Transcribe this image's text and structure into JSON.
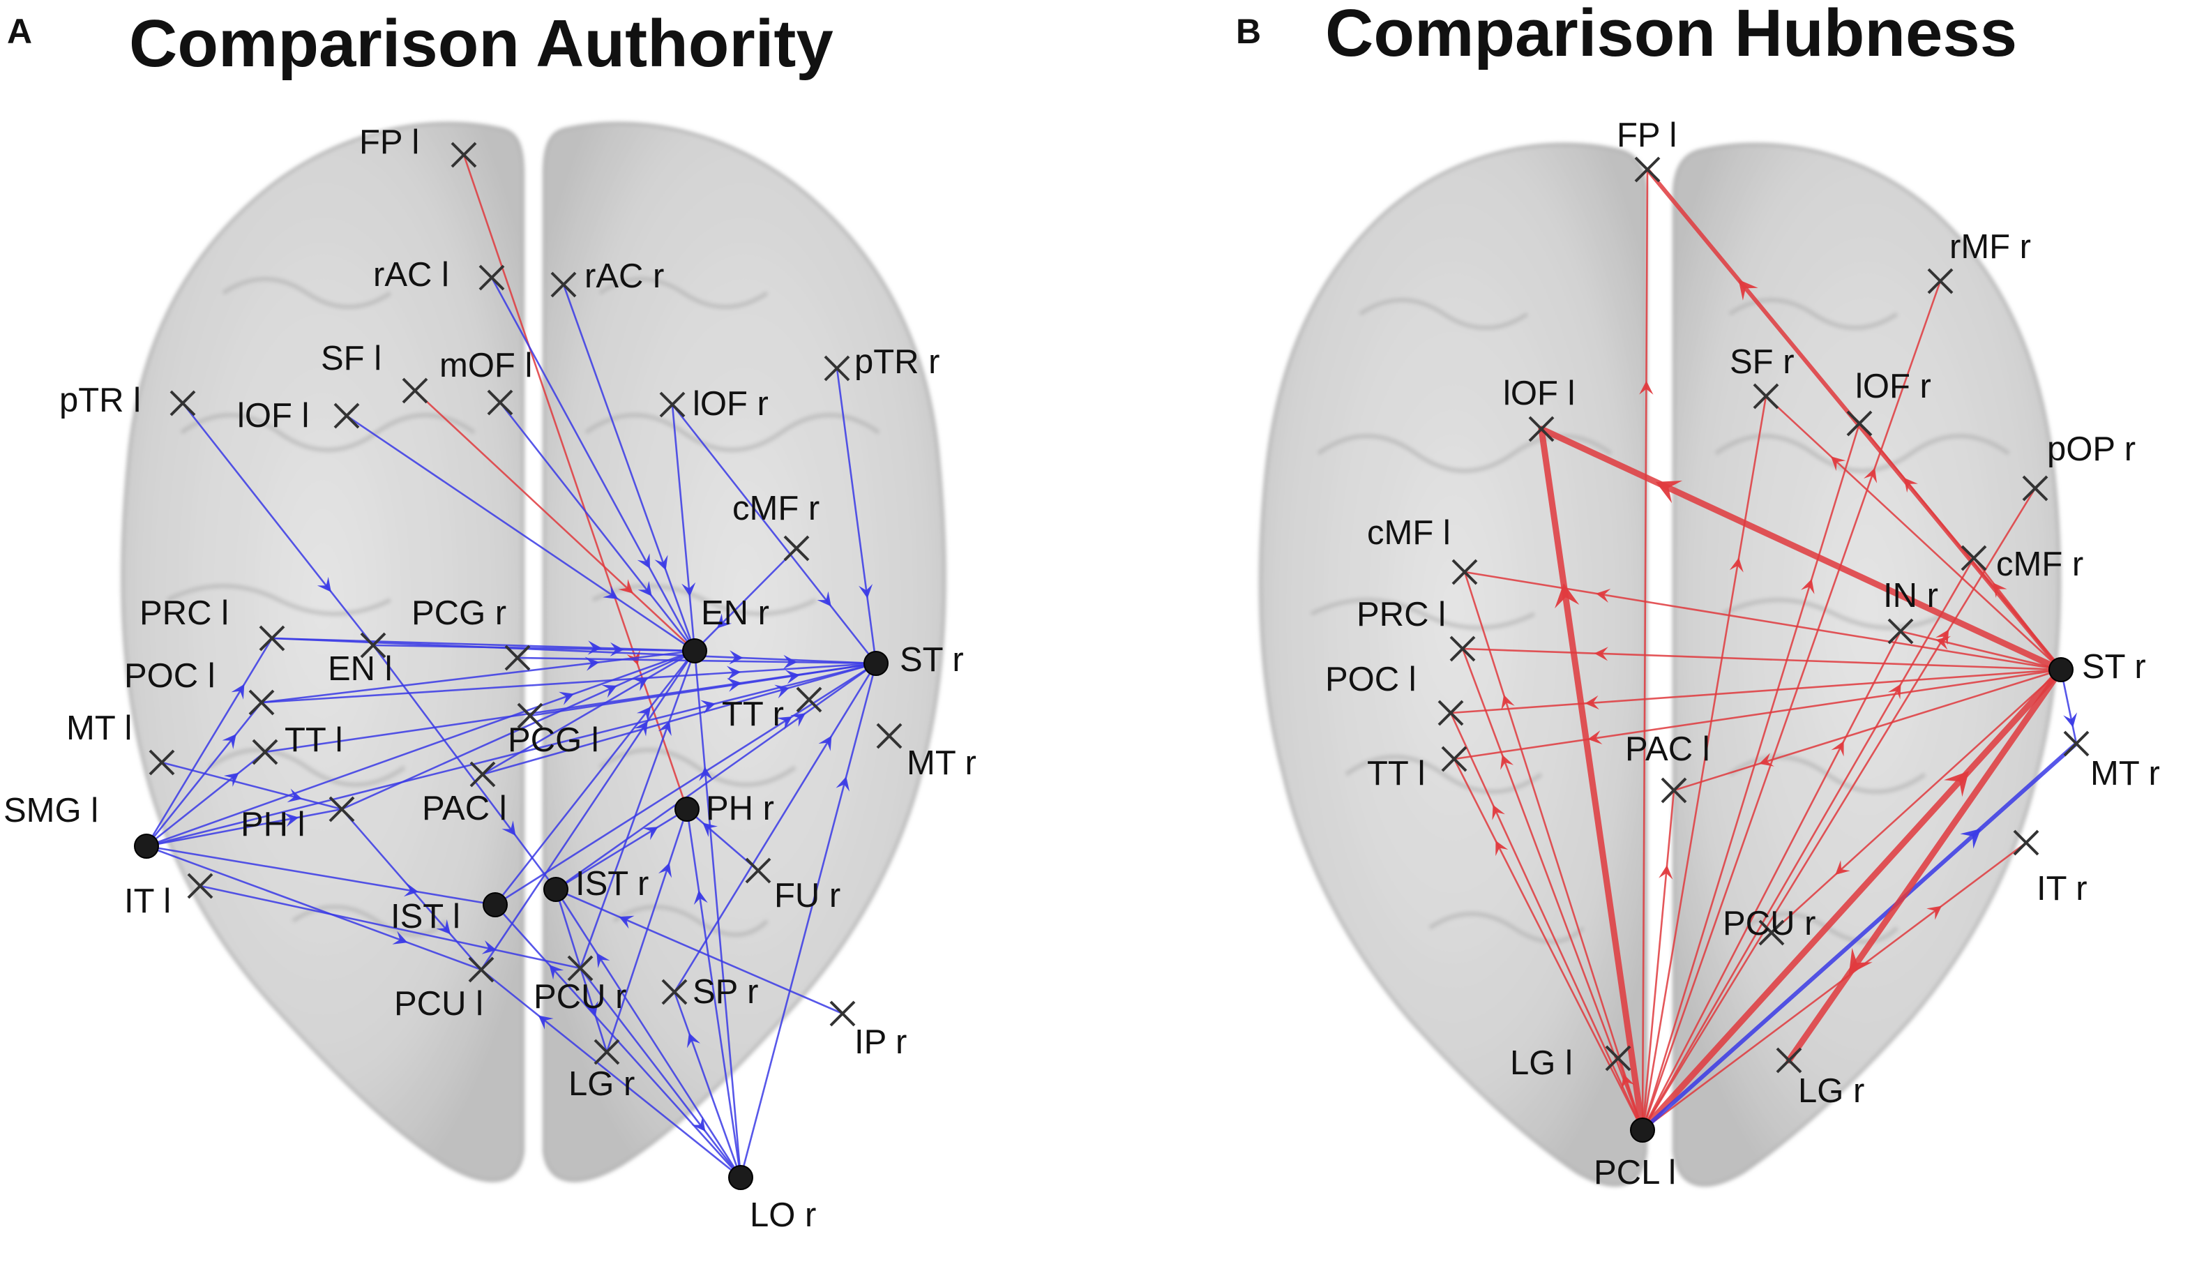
{
  "panels": [
    {
      "letter": "A",
      "title": "Comparison Authority",
      "nodes": {
        "FPl": {
          "label": "FP l",
          "marker": "cross"
        },
        "rACl": {
          "label": "rAC l",
          "marker": "cross"
        },
        "rACr": {
          "label": "rAC r",
          "marker": "cross"
        },
        "SFl": {
          "label": "SF l",
          "marker": "cross"
        },
        "mOFl": {
          "label": "mOF l",
          "marker": "cross"
        },
        "pTRl": {
          "label": "pTR l",
          "marker": "cross"
        },
        "lOFl": {
          "label": "lOF l",
          "marker": "cross"
        },
        "lOFr": {
          "label": "lOF r",
          "marker": "cross"
        },
        "pTRr": {
          "label": "pTR r",
          "marker": "cross"
        },
        "cMFr": {
          "label": "cMF r",
          "marker": "cross"
        },
        "PRCl": {
          "label": "PRC l",
          "marker": "cross"
        },
        "PCGr": {
          "label": "PCG r",
          "marker": "cross"
        },
        "ENr": {
          "label": "EN r",
          "marker": "dot"
        },
        "STr": {
          "label": "ST r",
          "marker": "dot"
        },
        "POCl": {
          "label": "POC l",
          "marker": "cross"
        },
        "ENl": {
          "label": "EN l",
          "marker": "cross"
        },
        "TTr": {
          "label": "TT r",
          "marker": "cross"
        },
        "MTl": {
          "label": "MT l",
          "marker": "cross"
        },
        "TTl": {
          "label": "TT l",
          "marker": "cross"
        },
        "PCGl": {
          "label": "PCG l",
          "marker": "cross"
        },
        "MTr": {
          "label": "MT r",
          "marker": "cross"
        },
        "PACl": {
          "label": "PAC l",
          "marker": "cross"
        },
        "PHr": {
          "label": "PH r",
          "marker": "dot"
        },
        "SMGl": {
          "label": "SMG l",
          "marker": "dot"
        },
        "PHl": {
          "label": "PH l",
          "marker": "cross"
        },
        "FUr": {
          "label": "FU r",
          "marker": "cross"
        },
        "ITl": {
          "label": "IT l",
          "marker": "cross"
        },
        "ISTl": {
          "label": "IST l",
          "marker": "dot"
        },
        "ISTr": {
          "label": "IST r",
          "marker": "dot"
        },
        "PCUl": {
          "label": "PCU l",
          "marker": "cross"
        },
        "PCUr": {
          "label": "PCU r",
          "marker": "cross"
        },
        "SPr": {
          "label": "SP r",
          "marker": "cross"
        },
        "IPr": {
          "label": "IP r",
          "marker": "cross"
        },
        "LGr": {
          "label": "LG r",
          "marker": "cross"
        },
        "LOr": {
          "label": "LO r",
          "marker": "dot"
        }
      },
      "edges": [
        {
          "from": "FPl",
          "to": "PHr",
          "color": "red",
          "weight": 1
        },
        {
          "from": "SFl",
          "to": "ENr",
          "color": "red",
          "weight": 1
        },
        {
          "from": "rACl",
          "to": "ENr",
          "color": "blue",
          "weight": 1
        },
        {
          "from": "rACr",
          "to": "ENr",
          "color": "blue",
          "weight": 1
        },
        {
          "from": "mOFl",
          "to": "ENr",
          "color": "blue",
          "weight": 1
        },
        {
          "from": "lOFl",
          "to": "ENr",
          "color": "blue",
          "weight": 1
        },
        {
          "from": "lOFr",
          "to": "ENr",
          "color": "blue",
          "weight": 1
        },
        {
          "from": "cMFr",
          "to": "ENr",
          "color": "blue",
          "weight": 1
        },
        {
          "from": "lOFr",
          "to": "STr",
          "color": "blue",
          "weight": 1
        },
        {
          "from": "pTRr",
          "to": "STr",
          "color": "blue",
          "weight": 1
        },
        {
          "from": "pTRl",
          "to": "ENl",
          "color": "blue",
          "weight": 1
        },
        {
          "from": "PRCl",
          "to": "STr",
          "color": "blue",
          "weight": 1
        },
        {
          "from": "PRCl",
          "to": "ENr",
          "color": "blue",
          "weight": 1
        },
        {
          "from": "POCl",
          "to": "STr",
          "color": "blue",
          "weight": 1
        },
        {
          "from": "POCl",
          "to": "ENr",
          "color": "blue",
          "weight": 1
        },
        {
          "from": "ENl",
          "to": "ENr",
          "color": "blue",
          "weight": 1
        },
        {
          "from": "ENl",
          "to": "ISTr",
          "color": "blue",
          "weight": 1
        },
        {
          "from": "TTl",
          "to": "STr",
          "color": "blue",
          "weight": 1
        },
        {
          "from": "PCGl",
          "to": "STr",
          "color": "blue",
          "weight": 1
        },
        {
          "from": "PCGr",
          "to": "STr",
          "color": "blue",
          "weight": 1
        },
        {
          "from": "PACl",
          "to": "STr",
          "color": "blue",
          "weight": 1
        },
        {
          "from": "PACl",
          "to": "ENr",
          "color": "blue",
          "weight": 1
        },
        {
          "from": "SMGl",
          "to": "ENr",
          "color": "blue",
          "weight": 1
        },
        {
          "from": "SMGl",
          "to": "STr",
          "color": "blue",
          "weight": 1
        },
        {
          "from": "SMGl",
          "to": "PRCl",
          "color": "blue",
          "weight": 1
        },
        {
          "from": "SMGl",
          "to": "POCl",
          "color": "blue",
          "weight": 1
        },
        {
          "from": "SMGl",
          "to": "TTl",
          "color": "blue",
          "weight": 1
        },
        {
          "from": "SMGl",
          "to": "PHl",
          "color": "blue",
          "weight": 1
        },
        {
          "from": "SMGl",
          "to": "ISTl",
          "color": "blue",
          "weight": 1
        },
        {
          "from": "SMGl",
          "to": "PCUl",
          "color": "blue",
          "weight": 1
        },
        {
          "from": "ITl",
          "to": "PCUr",
          "color": "blue",
          "weight": 1
        },
        {
          "from": "PHl",
          "to": "ENr",
          "color": "blue",
          "weight": 1
        },
        {
          "from": "PHl",
          "to": "PCUl",
          "color": "blue",
          "weight": 1
        },
        {
          "from": "ISTl",
          "to": "STr",
          "color": "blue",
          "weight": 1
        },
        {
          "from": "ISTl",
          "to": "ENr",
          "color": "blue",
          "weight": 1
        },
        {
          "from": "ISTr",
          "to": "STr",
          "color": "blue",
          "weight": 1
        },
        {
          "from": "ISTr",
          "to": "PHr",
          "color": "blue",
          "weight": 1
        },
        {
          "from": "ISTr",
          "to": "LGr",
          "color": "blue",
          "weight": 1
        },
        {
          "from": "MTl",
          "to": "PHl",
          "color": "blue",
          "weight": 1
        },
        {
          "from": "PCUl",
          "to": "ENr",
          "color": "blue",
          "weight": 1
        },
        {
          "from": "PCUr",
          "to": "ENr",
          "color": "blue",
          "weight": 1
        },
        {
          "from": "PCUr",
          "to": "LOr",
          "color": "blue",
          "weight": 1
        },
        {
          "from": "SPr",
          "to": "STr",
          "color": "blue",
          "weight": 1
        },
        {
          "from": "IPr",
          "to": "ISTr",
          "color": "blue",
          "weight": 1
        },
        {
          "from": "LGr",
          "to": "PHr",
          "color": "blue",
          "weight": 1
        },
        {
          "from": "FUr",
          "to": "PHr",
          "color": "blue",
          "weight": 1
        },
        {
          "from": "LOr",
          "to": "STr",
          "color": "blue",
          "weight": 1
        },
        {
          "from": "LOr",
          "to": "ENr",
          "color": "blue",
          "weight": 1
        },
        {
          "from": "LOr",
          "to": "PHr",
          "color": "blue",
          "weight": 1
        },
        {
          "from": "LOr",
          "to": "SPr",
          "color": "blue",
          "weight": 1
        },
        {
          "from": "LOr",
          "to": "ISTr",
          "color": "blue",
          "weight": 1
        },
        {
          "from": "LOr",
          "to": "ISTl",
          "color": "blue",
          "weight": 1
        },
        {
          "from": "LOr",
          "to": "PCUl",
          "color": "blue",
          "weight": 1
        }
      ]
    },
    {
      "letter": "B",
      "title": "Comparison Hubness",
      "nodes": {
        "FPl": {
          "label": "FP l",
          "marker": "cross"
        },
        "rMFr": {
          "label": "rMF r",
          "marker": "cross"
        },
        "lOFl": {
          "label": "lOF l",
          "marker": "cross"
        },
        "SFr": {
          "label": "SF r",
          "marker": "cross"
        },
        "lOFr": {
          "label": "lOF r",
          "marker": "cross"
        },
        "pOPr": {
          "label": "pOP r",
          "marker": "cross"
        },
        "cMFl": {
          "label": "cMF l",
          "marker": "cross"
        },
        "cMFr": {
          "label": "cMF r",
          "marker": "cross"
        },
        "PRCl": {
          "label": "PRC l",
          "marker": "cross"
        },
        "INr": {
          "label": "IN r",
          "marker": "cross"
        },
        "POCl": {
          "label": "POC l",
          "marker": "cross"
        },
        "STr": {
          "label": "ST r",
          "marker": "dot"
        },
        "TTl": {
          "label": "TT l",
          "marker": "cross"
        },
        "PACl": {
          "label": "PAC l",
          "marker": "cross"
        },
        "MTr": {
          "label": "MT r",
          "marker": "cross"
        },
        "ITr": {
          "label": "IT r",
          "marker": "cross"
        },
        "PCUr": {
          "label": "PCU r",
          "marker": "cross"
        },
        "LGl": {
          "label": "LG l",
          "marker": "cross"
        },
        "LGr": {
          "label": "LG r",
          "marker": "cross"
        },
        "PCLl": {
          "label": "PCL l",
          "marker": "dot"
        }
      },
      "edges": [
        {
          "from": "PCLl",
          "to": "FPl",
          "color": "red",
          "weight": 1
        },
        {
          "from": "PCLl",
          "to": "lOFl",
          "color": "red",
          "weight": 3
        },
        {
          "from": "PCLl",
          "to": "SFr",
          "color": "red",
          "weight": 1
        },
        {
          "from": "PCLl",
          "to": "lOFr",
          "color": "red",
          "weight": 1
        },
        {
          "from": "PCLl",
          "to": "rMFr",
          "color": "red",
          "weight": 1
        },
        {
          "from": "PCLl",
          "to": "pOPr",
          "color": "red",
          "weight": 1
        },
        {
          "from": "PCLl",
          "to": "cMFr",
          "color": "red",
          "weight": 1
        },
        {
          "from": "PCLl",
          "to": "INr",
          "color": "red",
          "weight": 1
        },
        {
          "from": "PCLl",
          "to": "cMFl",
          "color": "red",
          "weight": 1
        },
        {
          "from": "PCLl",
          "to": "PRCl",
          "color": "red",
          "weight": 1
        },
        {
          "from": "PCLl",
          "to": "POCl",
          "color": "red",
          "weight": 1
        },
        {
          "from": "PCLl",
          "to": "TTl",
          "color": "red",
          "weight": 1
        },
        {
          "from": "PCLl",
          "to": "PACl",
          "color": "red",
          "weight": 1
        },
        {
          "from": "PCLl",
          "to": "STr",
          "color": "red",
          "weight": 3
        },
        {
          "from": "PCLl",
          "to": "ITr",
          "color": "red",
          "weight": 1
        },
        {
          "from": "PCLl",
          "to": "LGl",
          "color": "red",
          "weight": 1
        },
        {
          "from": "PCLl",
          "to": "MTr",
          "color": "blue",
          "weight": 2
        },
        {
          "from": "STr",
          "to": "FPl",
          "color": "red",
          "weight": 2
        },
        {
          "from": "STr",
          "to": "lOFl",
          "color": "red",
          "weight": 3
        },
        {
          "from": "STr",
          "to": "SFr",
          "color": "red",
          "weight": 1
        },
        {
          "from": "STr",
          "to": "lOFr",
          "color": "red",
          "weight": 1
        },
        {
          "from": "STr",
          "to": "cMFl",
          "color": "red",
          "weight": 1
        },
        {
          "from": "STr",
          "to": "PRCl",
          "color": "red",
          "weight": 1
        },
        {
          "from": "STr",
          "to": "POCl",
          "color": "red",
          "weight": 1
        },
        {
          "from": "STr",
          "to": "TTl",
          "color": "red",
          "weight": 1
        },
        {
          "from": "STr",
          "to": "PACl",
          "color": "red",
          "weight": 1
        },
        {
          "from": "STr",
          "to": "PCUr",
          "color": "red",
          "weight": 1
        },
        {
          "from": "STr",
          "to": "LGr",
          "color": "red",
          "weight": 3
        },
        {
          "from": "STr",
          "to": "MTr",
          "color": "blue",
          "weight": 1
        },
        {
          "from": "STr",
          "to": "cMFr",
          "color": "red",
          "weight": 1
        },
        {
          "from": "STr",
          "to": "INr",
          "color": "red",
          "weight": 1
        }
      ]
    }
  ],
  "colors": {
    "red": "#e03a3e",
    "blue": "#3a3ae6",
    "brain_fill": "#cdcdcd",
    "brain_stroke": "#9a9a9a",
    "node": "#333333"
  }
}
